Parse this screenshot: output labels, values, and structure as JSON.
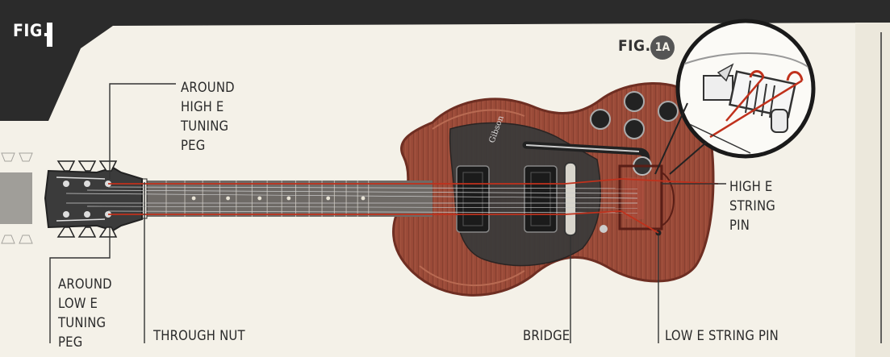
{
  "figure": {
    "main_label": "FIG.",
    "main_number": "1",
    "inset_label": "FIG.",
    "inset_number": "1A"
  },
  "brand": {
    "headstock_logo": "Gibson"
  },
  "callouts": {
    "around_high_e_peg": [
      "AROUND",
      "HIGH E",
      "TUNING",
      "PEG"
    ],
    "around_low_e_peg": [
      "AROUND",
      "LOW E",
      "TUNING",
      "PEG"
    ],
    "through_nut": "THROUGH NUT",
    "bridge": "BRIDGE",
    "low_e_string_pin": "LOW E STRING PIN",
    "high_e_string_pin": [
      "HIGH E",
      "STRING",
      "PIN"
    ]
  },
  "colors": {
    "paper": "#f4f1e8",
    "grunge": "#2b2b2b",
    "body_wood": "#9a4a38",
    "body_edge": "#6e2e22",
    "pickguard": "#3a3a3a",
    "fretboard": "#6e6a66",
    "string_highlight": "#c0311c",
    "leader_line": "#333333"
  }
}
